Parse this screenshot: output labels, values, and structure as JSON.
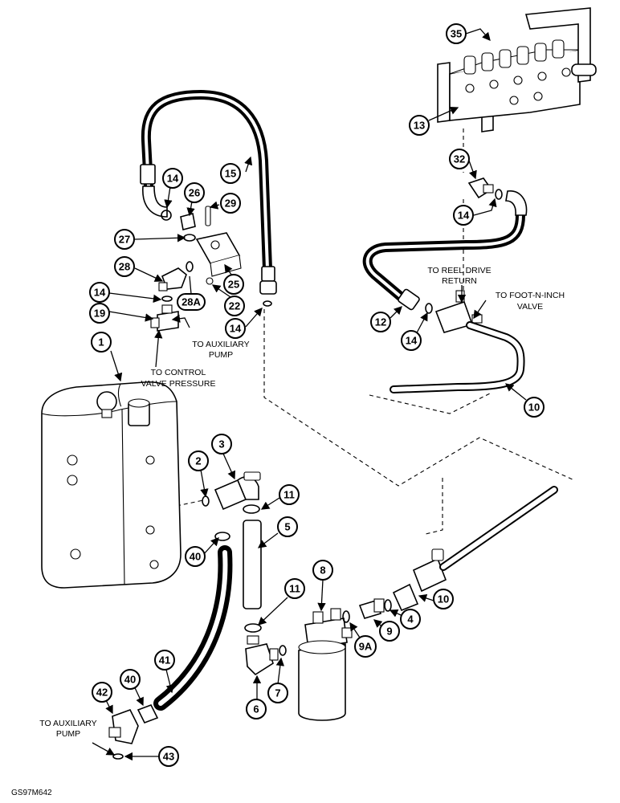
{
  "figure_id": "GS97M642",
  "callouts": [
    "35",
    "13",
    "32",
    "14",
    "15",
    "14",
    "26",
    "29",
    "27",
    "28",
    "25",
    "14",
    "28A",
    "22",
    "19",
    "14",
    "12",
    "14",
    "10",
    "1",
    "3",
    "2",
    "11",
    "5",
    "40",
    "8",
    "11",
    "4",
    "10",
    "9",
    "9A",
    "41",
    "40",
    "42",
    "6",
    "7",
    "43"
  ],
  "notes": {
    "to_auxiliary_pump_top": [
      "TO AUXILIARY",
      "PUMP"
    ],
    "to_control_valve_pressure": [
      "TO CONTROL",
      "VALVE PRESSURE"
    ],
    "to_reel_drive_return": [
      "TO REEL DRIVE",
      "RETURN"
    ],
    "to_foot_n_inch_valve": [
      "TO FOOT-N-INCH",
      "VALVE"
    ],
    "to_auxiliary_pump_bottom": [
      "TO AUXILIARY",
      "PUMP"
    ]
  },
  "colors": {
    "line": "#000000",
    "background": "#ffffff"
  }
}
